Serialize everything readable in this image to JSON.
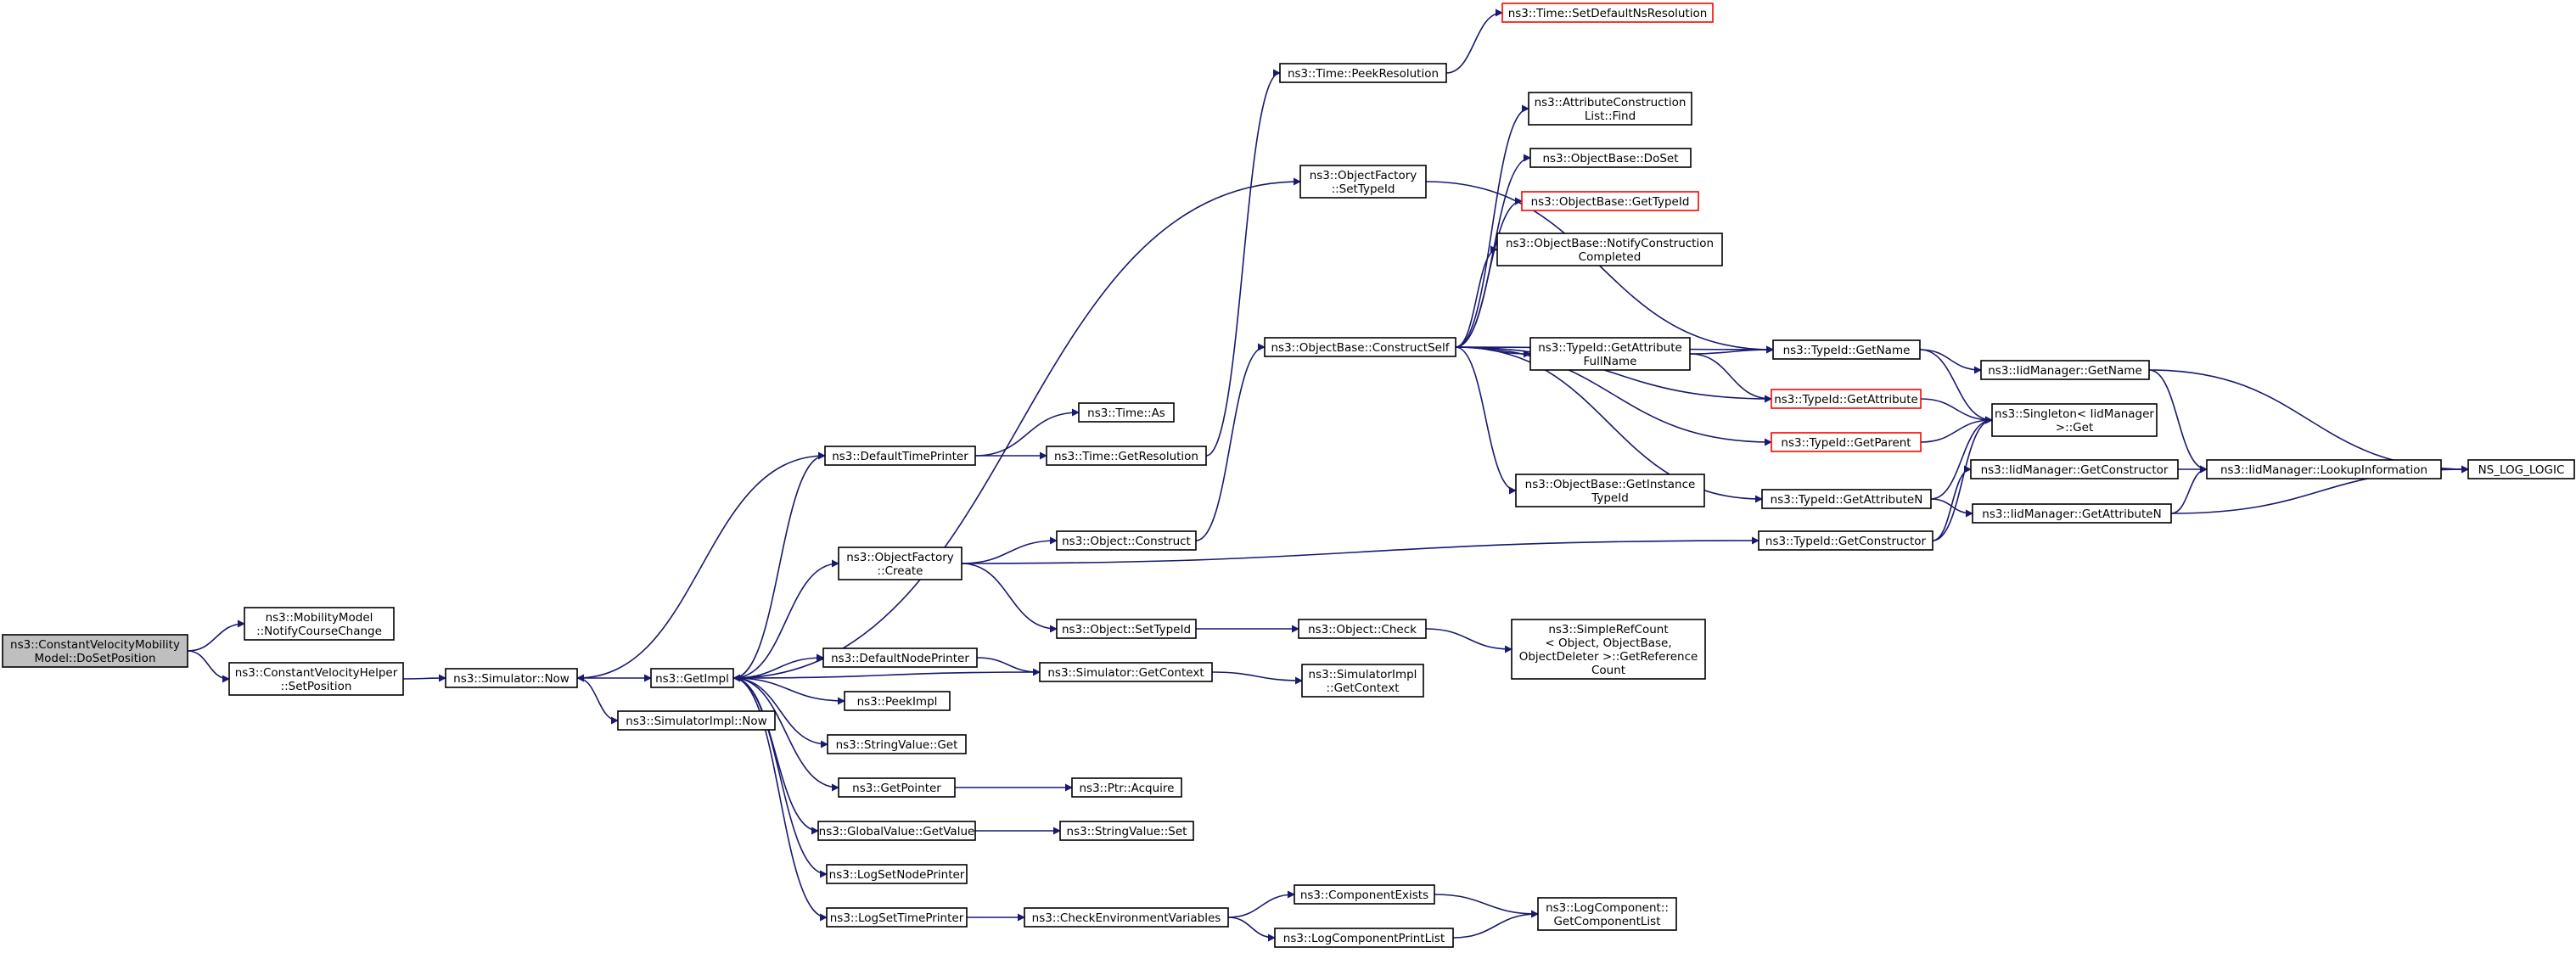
{
  "nodes": [
    {
      "id": "cvmm_dosetposition",
      "lines": [
        "ns3::ConstantVelocityMobility",
        "Model::DoSetPosition"
      ],
      "style": "root"
    },
    {
      "id": "mm_notifycoursechange",
      "lines": [
        "ns3::MobilityModel",
        "::NotifyCourseChange"
      ]
    },
    {
      "id": "cvh_setposition",
      "lines": [
        "ns3::ConstantVelocityHelper",
        "::SetPosition"
      ]
    },
    {
      "id": "simulator_now",
      "lines": [
        "ns3::Simulator::Now"
      ]
    },
    {
      "id": "getimpl",
      "lines": [
        "ns3::GetImpl"
      ]
    },
    {
      "id": "simulatorimpl_now",
      "lines": [
        "ns3::SimulatorImpl::Now"
      ]
    },
    {
      "id": "defaulttimeprinter",
      "lines": [
        "ns3::DefaultTimePrinter"
      ]
    },
    {
      "id": "time_as",
      "lines": [
        "ns3::Time::As"
      ]
    },
    {
      "id": "time_getresolution",
      "lines": [
        "ns3::Time::GetResolution"
      ]
    },
    {
      "id": "time_peekresolution",
      "lines": [
        "ns3::Time::PeekResolution"
      ]
    },
    {
      "id": "time_setdefaultnsresolution",
      "lines": [
        "ns3::Time::SetDefaultNsResolution"
      ],
      "style": "red"
    },
    {
      "id": "objectfactory_settypeid",
      "lines": [
        "ns3::ObjectFactory",
        "::SetTypeId"
      ]
    },
    {
      "id": "objectfactory_create",
      "lines": [
        "ns3::ObjectFactory",
        "::Create"
      ]
    },
    {
      "id": "object_construct",
      "lines": [
        "ns3::Object::Construct"
      ]
    },
    {
      "id": "object_settypeid",
      "lines": [
        "ns3::Object::SetTypeId"
      ]
    },
    {
      "id": "object_check",
      "lines": [
        "ns3::Object::Check"
      ]
    },
    {
      "id": "simplerefcount",
      "lines": [
        "ns3::SimpleRefCount",
        "< Object, ObjectBase,",
        "ObjectDeleter >::GetReference",
        "Count"
      ]
    },
    {
      "id": "defaultnodeprinter",
      "lines": [
        "ns3::DefaultNodePrinter"
      ]
    },
    {
      "id": "simulator_getcontext",
      "lines": [
        "ns3::Simulator::GetContext"
      ]
    },
    {
      "id": "simulatorimpl_getcontext",
      "lines": [
        "ns3::SimulatorImpl",
        "::GetContext"
      ]
    },
    {
      "id": "peekimpl",
      "lines": [
        "ns3::PeekImpl"
      ]
    },
    {
      "id": "stringvalue_get",
      "lines": [
        "ns3::StringValue::Get"
      ]
    },
    {
      "id": "getpointer",
      "lines": [
        "ns3::GetPointer"
      ]
    },
    {
      "id": "ptr_acquire",
      "lines": [
        "ns3::Ptr::Acquire"
      ]
    },
    {
      "id": "globalvalue_getvalue",
      "lines": [
        "ns3::GlobalValue::GetValue"
      ]
    },
    {
      "id": "stringvalue_set",
      "lines": [
        "ns3::StringValue::Set"
      ]
    },
    {
      "id": "logsetnodeprinter",
      "lines": [
        "ns3::LogSetNodePrinter"
      ]
    },
    {
      "id": "logsettimeprinter",
      "lines": [
        "ns3::LogSetTimePrinter"
      ]
    },
    {
      "id": "checkenvvars",
      "lines": [
        "ns3::CheckEnvironmentVariables"
      ]
    },
    {
      "id": "componentexists",
      "lines": [
        "ns3::ComponentExists"
      ]
    },
    {
      "id": "logcomponentprintlist",
      "lines": [
        "ns3::LogComponentPrintList"
      ]
    },
    {
      "id": "logcomponent_getcomponentlist",
      "lines": [
        "ns3::LogComponent::",
        "GetComponentList"
      ]
    },
    {
      "id": "objectbase_constructself",
      "lines": [
        "ns3::ObjectBase::ConstructSelf"
      ]
    },
    {
      "id": "attrconstructionlist_find",
      "lines": [
        "ns3::AttributeConstruction",
        "List::Find"
      ]
    },
    {
      "id": "objectbase_doset",
      "lines": [
        "ns3::ObjectBase::DoSet"
      ]
    },
    {
      "id": "objectbase_gettypeid",
      "lines": [
        "ns3::ObjectBase::GetTypeId"
      ],
      "style": "red"
    },
    {
      "id": "objectbase_notifyconstructioncompleted",
      "lines": [
        "ns3::ObjectBase::NotifyConstruction",
        "Completed"
      ]
    },
    {
      "id": "typeid_getattributefullname",
      "lines": [
        "ns3::TypeId::GetAttribute",
        "FullName"
      ]
    },
    {
      "id": "objectbase_getinstancetypeid",
      "lines": [
        "ns3::ObjectBase::GetInstance",
        "TypeId"
      ]
    },
    {
      "id": "typeid_getname",
      "lines": [
        "ns3::TypeId::GetName"
      ]
    },
    {
      "id": "typeid_getattribute",
      "lines": [
        "ns3::TypeId::GetAttribute"
      ],
      "style": "red"
    },
    {
      "id": "typeid_getparent",
      "lines": [
        "ns3::TypeId::GetParent"
      ],
      "style": "red"
    },
    {
      "id": "typeid_getattributen",
      "lines": [
        "ns3::TypeId::GetAttributeN"
      ]
    },
    {
      "id": "typeid_getconstructor",
      "lines": [
        "ns3::TypeId::GetConstructor"
      ]
    },
    {
      "id": "iidmanager_getname",
      "lines": [
        "ns3::IidManager::GetName"
      ]
    },
    {
      "id": "singleton_get",
      "lines": [
        "ns3::Singleton< IidManager",
        ">::Get"
      ]
    },
    {
      "id": "iidmanager_getconstructor",
      "lines": [
        "ns3::IidManager::GetConstructor"
      ]
    },
    {
      "id": "iidmanager_getattributen",
      "lines": [
        "ns3::IidManager::GetAttributeN"
      ]
    },
    {
      "id": "iidmanager_lookupinformation",
      "lines": [
        "ns3::IidManager::LookupInformation"
      ]
    },
    {
      "id": "ns_log_logic",
      "lines": [
        "NS_LOG_LOGIC"
      ]
    }
  ],
  "edges": [
    [
      "cvmm_dosetposition",
      "mm_notifycoursechange"
    ],
    [
      "cvmm_dosetposition",
      "cvh_setposition"
    ],
    [
      "cvh_setposition",
      "simulator_now"
    ],
    [
      "simulator_now",
      "getimpl"
    ],
    [
      "simulator_now",
      "simulatorimpl_now"
    ],
    [
      "getimpl",
      "defaulttimeprinter"
    ],
    [
      "getimpl",
      "objectfactory_settypeid"
    ],
    [
      "getimpl",
      "objectfactory_create"
    ],
    [
      "getimpl",
      "defaultnodeprinter"
    ],
    [
      "getimpl",
      "peekimpl"
    ],
    [
      "getimpl",
      "stringvalue_get"
    ],
    [
      "getimpl",
      "getpointer"
    ],
    [
      "getimpl",
      "globalvalue_getvalue"
    ],
    [
      "getimpl",
      "logsetnodeprinter"
    ],
    [
      "getimpl",
      "logsettimeprinter"
    ],
    [
      "defaulttimeprinter",
      "simulator_now"
    ],
    [
      "defaulttimeprinter",
      "time_as"
    ],
    [
      "defaulttimeprinter",
      "time_getresolution"
    ],
    [
      "time_getresolution",
      "time_peekresolution"
    ],
    [
      "time_peekresolution",
      "time_setdefaultnsresolution"
    ],
    [
      "objectfactory_settypeid",
      "typeid_getname"
    ],
    [
      "objectfactory_create",
      "object_construct"
    ],
    [
      "objectfactory_create",
      "object_settypeid"
    ],
    [
      "objectfactory_create",
      "typeid_getconstructor"
    ],
    [
      "object_construct",
      "objectbase_constructself"
    ],
    [
      "object_settypeid",
      "object_check"
    ],
    [
      "object_check",
      "simplerefcount"
    ],
    [
      "defaultnodeprinter",
      "simulator_getcontext"
    ],
    [
      "simulator_getcontext",
      "getimpl"
    ],
    [
      "simulator_getcontext",
      "simulatorimpl_getcontext"
    ],
    [
      "getpointer",
      "ptr_acquire"
    ],
    [
      "globalvalue_getvalue",
      "stringvalue_set"
    ],
    [
      "logsettimeprinter",
      "checkenvvars"
    ],
    [
      "checkenvvars",
      "componentexists"
    ],
    [
      "checkenvvars",
      "logcomponentprintlist"
    ],
    [
      "componentexists",
      "logcomponent_getcomponentlist"
    ],
    [
      "logcomponentprintlist",
      "logcomponent_getcomponentlist"
    ],
    [
      "objectbase_constructself",
      "attrconstructionlist_find"
    ],
    [
      "objectbase_constructself",
      "objectbase_doset"
    ],
    [
      "objectbase_constructself",
      "objectbase_gettypeid"
    ],
    [
      "objectbase_constructself",
      "objectbase_notifyconstructioncompleted"
    ],
    [
      "objectbase_constructself",
      "typeid_getattributefullname"
    ],
    [
      "objectbase_constructself",
      "objectbase_getinstancetypeid"
    ],
    [
      "objectbase_constructself",
      "typeid_getname"
    ],
    [
      "objectbase_constructself",
      "typeid_getattribute"
    ],
    [
      "objectbase_constructself",
      "typeid_getparent"
    ],
    [
      "objectbase_constructself",
      "typeid_getattributen"
    ],
    [
      "typeid_getattributefullname",
      "typeid_getname"
    ],
    [
      "typeid_getattributefullname",
      "typeid_getattribute"
    ],
    [
      "typeid_getname",
      "iidmanager_getname"
    ],
    [
      "typeid_getname",
      "singleton_get"
    ],
    [
      "typeid_getattribute",
      "singleton_get"
    ],
    [
      "typeid_getparent",
      "singleton_get"
    ],
    [
      "typeid_getattributen",
      "singleton_get"
    ],
    [
      "typeid_getattributen",
      "iidmanager_getattributen"
    ],
    [
      "typeid_getconstructor",
      "singleton_get"
    ],
    [
      "typeid_getconstructor",
      "iidmanager_getconstructor"
    ],
    [
      "iidmanager_getname",
      "iidmanager_lookupinformation"
    ],
    [
      "iidmanager_getname",
      "ns_log_logic"
    ],
    [
      "iidmanager_getconstructor",
      "iidmanager_lookupinformation"
    ],
    [
      "iidmanager_getattributen",
      "iidmanager_lookupinformation"
    ],
    [
      "iidmanager_getattributen",
      "ns_log_logic"
    ],
    [
      "iidmanager_lookupinformation",
      "ns_log_logic"
    ]
  ]
}
